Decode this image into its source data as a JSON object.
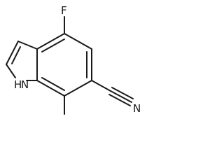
{
  "molecule": {
    "atoms": {
      "fluorine": "F",
      "nitrogen_nh": "H",
      "nitrogen_nh_n": "N",
      "nitrile_n": "N"
    }
  }
}
